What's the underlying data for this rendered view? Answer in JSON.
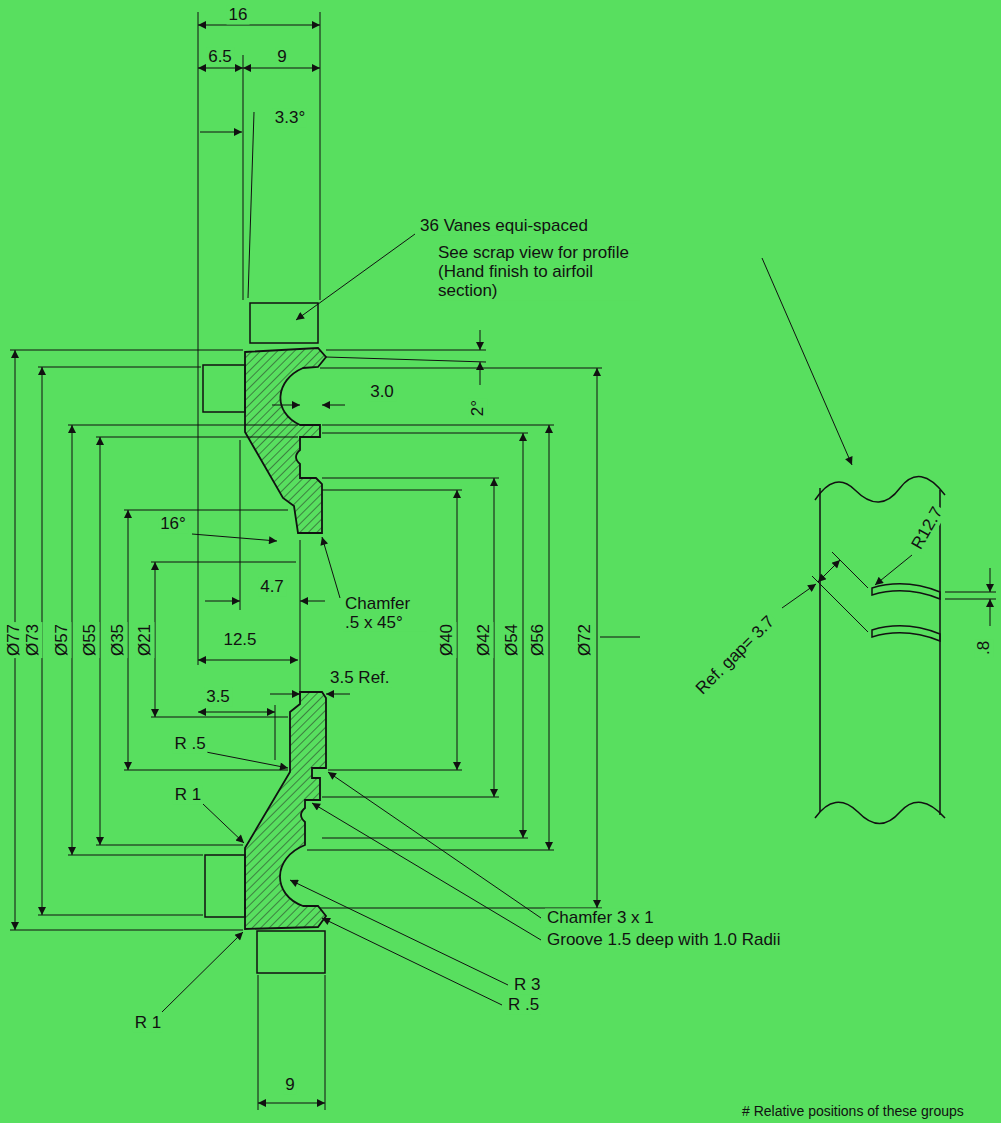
{
  "diagram": {
    "labels": [
      "16",
      "6.5",
      "9",
      "3.3°",
      "36 Vanes equi-spaced",
      "See scrap view for profile (Hand finish to airfoil section)",
      "3.0",
      "2°",
      "Ø77",
      "Ø73",
      "Ø57",
      "Ø55",
      "Ø35",
      "Ø21",
      "16°",
      "4.7",
      "Chamfer .5 x 45°",
      "Ø40",
      "Ø42",
      "Ø54",
      "Ø56",
      "Ø72",
      "12.5",
      "3.5 Ref.",
      "3.5",
      "R .5",
      "R 1",
      "Chamfer 3 x 1",
      "Groove 1.5 deep with 1.0 Radii",
      "R 3",
      "R .5",
      "R 1",
      "9",
      "R12.7",
      "Ref. gap= 3.7",
      ".8",
      "# Relative positions of these groups"
    ]
  }
}
